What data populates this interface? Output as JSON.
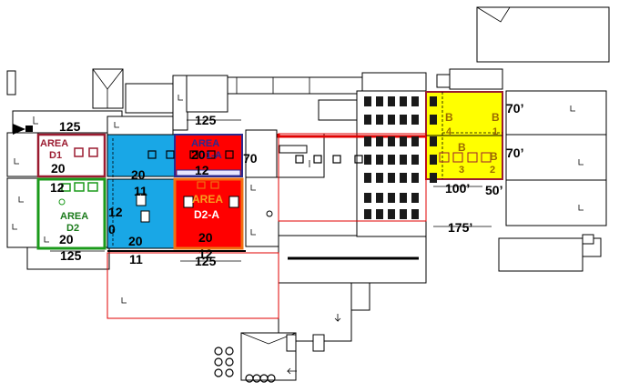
{
  "colors": {
    "area_d1": "#9b1b30",
    "area_d2": "#1a9a1a",
    "area_d2a": "#ff0000",
    "blue_zone": "#19a7e6",
    "yellow_zone": "#ffff00",
    "outline_red": "#e00000",
    "outline_orange": "#f07010"
  },
  "areas": {
    "d1_line1": "AREA",
    "d1_line2": "D1",
    "d2_line1": "AREA",
    "d2_line2": "D2",
    "d2a_line1": "AREA",
    "d2a_line2": "D2-A",
    "d1a_line1": "AREA",
    "d1a_line2": "D1-A",
    "b_label": "B",
    "b_num_1": "1",
    "b_num_2": "2",
    "b_num_3": "3",
    "b_num_4": "4"
  },
  "dimensions": {
    "top_left_125": "125",
    "top_mid_125": "125",
    "bottom_left_125": "125",
    "bottom_mid_125": "125",
    "d1_20": "20",
    "blue_top_20": "20",
    "d1a_20": "20",
    "seventy_mid": "70",
    "twelve_1": "12",
    "twelve_2": "12",
    "twelve_3": "12",
    "twelve_4": "12",
    "blue_11_top": "11",
    "blue_11_bottom": "11",
    "d2_20": "20",
    "d2a_20": "20",
    "blue_bottom_20": "20",
    "zero": "0",
    "seventy_top_right": "70’",
    "seventy_mid_right": "70’",
    "hundred_ft": "100’",
    "fifty_ft": "50’",
    "one_seventy_five": "175’"
  }
}
